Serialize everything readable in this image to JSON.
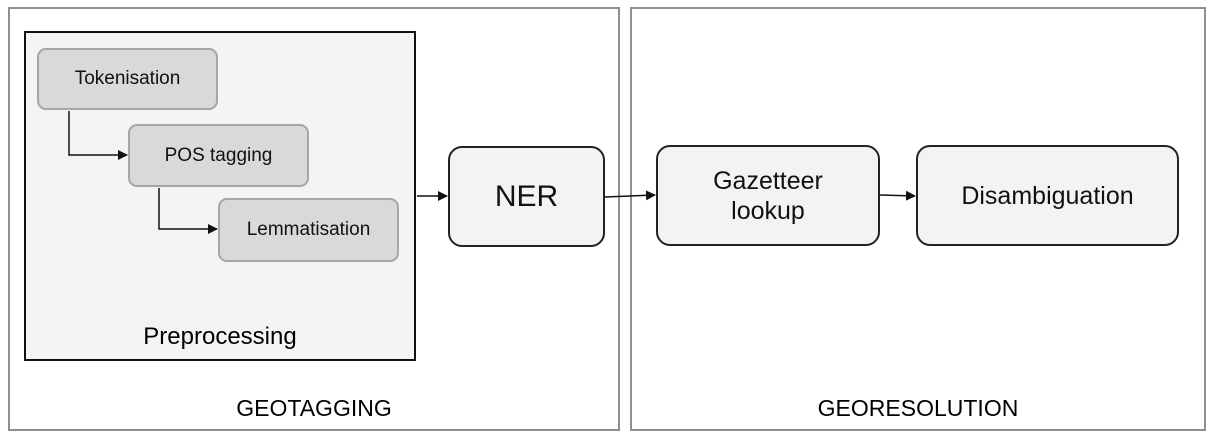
{
  "geotagging": {
    "label": "GEOTAGGING",
    "preprocessing": {
      "label": "Preprocessing",
      "steps": [
        "Tokenisation",
        "POS tagging",
        "Lemmatisation"
      ]
    },
    "ner": "NER"
  },
  "georesolution": {
    "label": "GEORESOLUTION",
    "gazetteer_lookup": "Gazetteer lookup",
    "disambiguation": "Disambiguation"
  }
}
